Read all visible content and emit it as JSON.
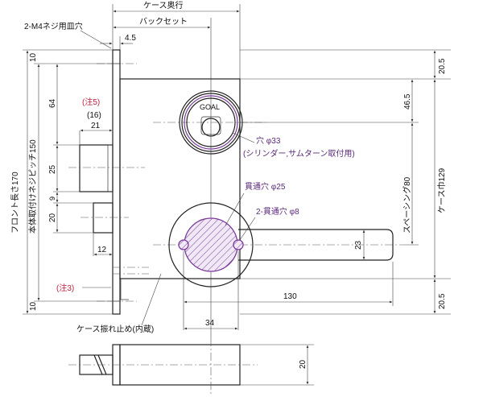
{
  "labels": {
    "case_depth": "ケース奥行",
    "backset": "バックセット",
    "screw_hole": "2-M4ネジ用皿穴",
    "dim_4_5": "4.5",
    "note5": "(注5)",
    "note3": "(注3)",
    "hole33": "穴 φ33",
    "hole33_sub": "(シリンダー,サムターン取付用)",
    "through25": "貫通穴 φ25",
    "through8": "2-貫通穴 φ8",
    "front_length": "フロント長さ170",
    "body_pitch": "本体取付けネジピッチ150",
    "spacing": "スペーシング80",
    "case_width": "ケース巾129",
    "case_swing": "ケース振れ止め(内蔵)",
    "brand": "GOAL"
  },
  "dims": {
    "d10_top": "10",
    "d64": "64",
    "d16": "(16)",
    "d21": "21",
    "d25": "25",
    "d9": "9",
    "d20_left": "20",
    "d12": "12",
    "d10_bot": "10",
    "d20_5_top": "20.5",
    "d46_5": "46.5",
    "d23": "23",
    "d130": "130",
    "d34": "34",
    "d20_5_bot": "20.5",
    "d20_bottom": "20"
  },
  "colors": {
    "line": "#222222",
    "accent_purple": "#7a3b9a",
    "note_red": "#c02040"
  }
}
